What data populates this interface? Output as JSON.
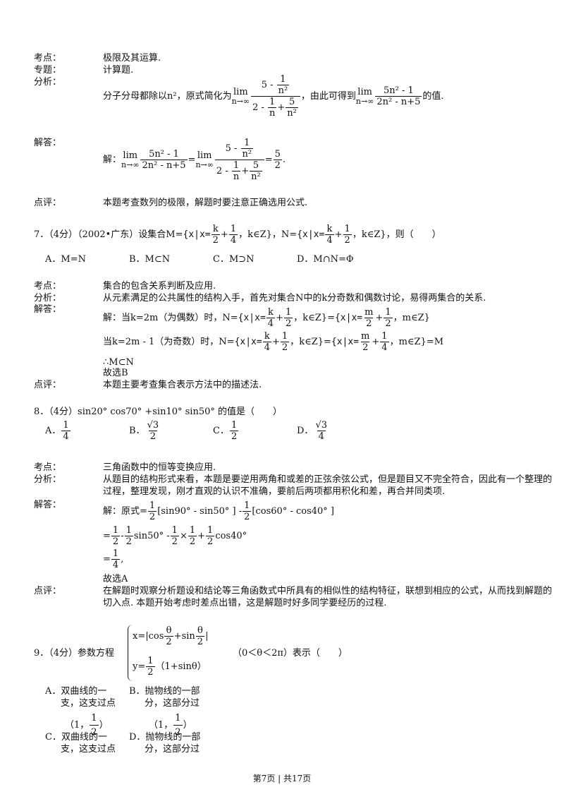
{
  "q6_solution": {
    "kaodian_label": "考点：",
    "kaodian": "极限及其运算.",
    "zhuanti_label": "专题：",
    "zhuanti": "计算题.",
    "fenxi_label": "分析：",
    "fenxi_pre": "分子分母都除以n²，原式简化为",
    "fenxi_mid": "，由此可得到",
    "fenxi_post": "的值.",
    "jieda_label": "解答：",
    "jie_prefix": "解：",
    "lim": "lim",
    "lim_sub": "n→∞",
    "expr_num": "5n² - 1",
    "expr_den": "2n² - n+5",
    "simp_num_a": "5 - ",
    "simp_den_a": "2 - ",
    "simp_den_plus": "+",
    "one": "1",
    "n2": "n²",
    "n": "n",
    "five": "5",
    "equals": "=",
    "ans_num": "5",
    "ans_den": "2",
    "end_dot": ".",
    "dianping_label": "点评：",
    "dianping": "本题考查数列的极限，解题时要注意正确选用公式."
  },
  "q7": {
    "stem_pre": "7．（4分）（2002•广东）设集合M=",
    "set_m": "{x|x=",
    "k": "k",
    "two": "2",
    "four": "4",
    "one": "1",
    "plus": "+",
    "set_cond": "，k∈Z}",
    "n_eq": "，N=",
    "stem_post": "，则（　　）",
    "options": [
      "A．M=N",
      "B．M⊂N",
      "C．M⊃N",
      "D．M∩N=Φ"
    ],
    "kaodian_label": "考点：",
    "kaodian": "集合的包含关系判断及应用.",
    "fenxi_label": "分析：",
    "fenxi": "从元素满足的公共属性的结构入手，首先对集合N中的k分奇数和偶数讨论，易得两集合的关系.",
    "jieda_label": "解答：",
    "line1_pre": "解：当k=2m（为偶数）时，N=",
    "line2_pre": "当k=2m - 1（为奇数）时，N=",
    "m": "m",
    "m_cond": "，m∈Z}",
    "eq": "=",
    "eq_m": "=M",
    "therefore": "∴M⊂N",
    "answer": "故选B",
    "dianping_label": "点评：",
    "dianping": "本题主要考查集合表示方法中的描述法."
  },
  "q8": {
    "stem": "8．（4分）sin20° cos70° +sin10° sin50° 的值是（　　）",
    "opt_a": "A．",
    "opt_b": "B．",
    "opt_c": "C．",
    "opt_d": "D．",
    "one": "1",
    "four": "4",
    "two": "2",
    "sqrt3": "√3",
    "kaodian_label": "考点：",
    "kaodian": "三角函数中的恒等变换应用.",
    "fenxi_label": "分析：",
    "fenxi": "从题目的结构形式来看，本题是要逆用两角和或差的正弦余弦公式，但是题目又不完全符合，因此有一个整理的过程，整理发现，刚才直观的认识不准确，要前后两项都用积化和差，再合并同类项.",
    "jieda_label": "解答：",
    "line1_pre": "解：原式=",
    "line1_a": "[sin90°  - sin50°  ] - ",
    "line1_b": "[cos60°  - cos40°  ]",
    "line2_a": "=",
    "line2_b": " - ",
    "line2_c": "sin50°  - ",
    "line2_d": "×",
    "line2_e": "+",
    "line2_f": "cos40°",
    "line3_eq": "=",
    "line3_end": ",",
    "answer": "故选A",
    "dianping_label": "点评：",
    "dianping": "在解题时观察分析题设和结论等三角函数式中所具有的相似性的结构特征，联想到相应的公式，从而找到解题的切入点. 本题开始考虑时差点出错，这是解题时好多同学要经历的过程."
  },
  "q9": {
    "stem_pre": "9．（4分）参数方程",
    "x_eq": "x=|cos",
    "theta": "θ",
    "two": "2",
    "one": "1",
    "plus_sin": "+sin",
    "abs_end": "|",
    "y_eq": "y=",
    "y_rest": "（1+sinθ）",
    "range": "（0＜θ＜2π）表示（　　）",
    "opt_a": [
      "A．双曲线的一",
      "支，这支过点"
    ],
    "opt_b": [
      "B．抛物线的一部",
      "分，这部分过"
    ],
    "opt_c": [
      "C．双曲线的一",
      "支，这支过点"
    ],
    "opt_d": [
      "D．抛物线的一部",
      "分，这部分过"
    ],
    "pt_open": "（1，",
    "pt_close": "）"
  },
  "footer": "第7页 | 共17页"
}
